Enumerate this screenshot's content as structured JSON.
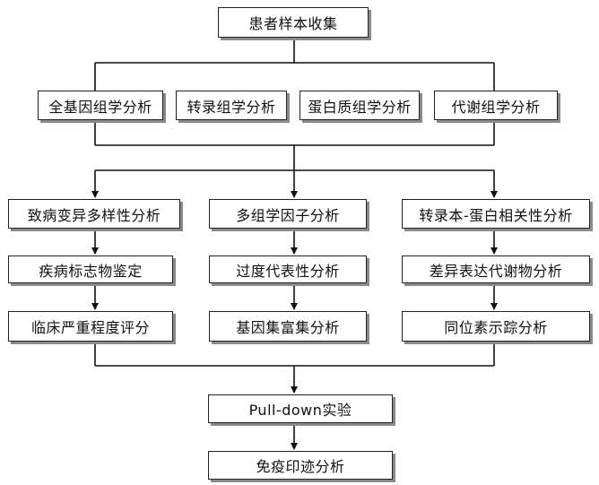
{
  "diagram": {
    "root": "患者样本收集",
    "omics": [
      "全基因组学分析",
      "转录组学分析",
      "蛋白质组学分析",
      "代谢组学分析"
    ],
    "branches": [
      [
        "致病变异多样性分析",
        "疾病标志物鉴定",
        "临床严重程度评分"
      ],
      [
        "多组学因子分析",
        "过度代表性分析",
        "基因集富集分析"
      ],
      [
        "转录本-蛋白相关性分析",
        "差异表达代谢物分析",
        "同位素示踪分析"
      ]
    ],
    "validation": "Pull-down实验",
    "final": "免疫印迹分析"
  }
}
